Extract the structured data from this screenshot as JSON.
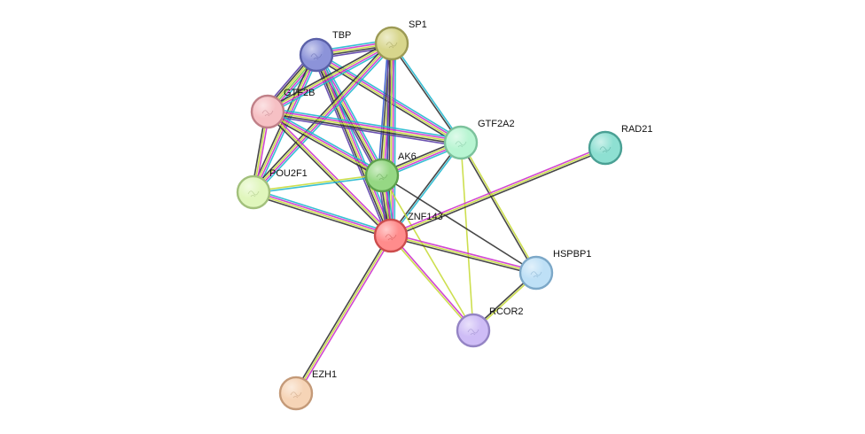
{
  "network": {
    "edge_colors": {
      "cyan": "#22b8cf",
      "magenta": "#cc33cc",
      "yellow": "#c8dc3c",
      "black": "#333333",
      "purple": "#5b3fa8",
      "green": "#77cc44",
      "blue": "#3355cc"
    },
    "nodes": [
      {
        "id": "TBP",
        "label": "TBP",
        "color": "#8c93d9",
        "border": "#5a60a8"
      },
      {
        "id": "SP1",
        "label": "SP1",
        "color": "#d8d68c",
        "border": "#9c9a55"
      },
      {
        "id": "GTF2B",
        "label": "GTF2B",
        "color": "#f6c0c4",
        "border": "#c08088"
      },
      {
        "id": "GTF2A2",
        "label": "GTF2A2",
        "color": "#b8f5d2",
        "border": "#7cc29c"
      },
      {
        "id": "RAD21",
        "label": "RAD21",
        "color": "#8ee0d2",
        "border": "#4aa094"
      },
      {
        "id": "AK6",
        "label": "AK6",
        "color": "#96d884",
        "border": "#5ca04c"
      },
      {
        "id": "POU2F1",
        "label": "POU2F1",
        "color": "#e0f6bc",
        "border": "#a2c07c"
      },
      {
        "id": "ZNF143",
        "label": "ZNF143",
        "color": "#ff8c8c",
        "border": "#cc4c4c"
      },
      {
        "id": "HSPBP1",
        "label": "HSPBP1",
        "color": "#bee0f6",
        "border": "#7ca8c8"
      },
      {
        "id": "RCOR2",
        "label": "RCOR2",
        "color": "#cebcf6",
        "border": "#9484c4"
      },
      {
        "id": "EZH1",
        "label": "EZH1",
        "color": "#f6d4b6",
        "border": "#c49a78"
      }
    ],
    "edges": [
      {
        "source": "TBP",
        "target": "SP1",
        "types": [
          "cyan",
          "magenta",
          "yellow",
          "black",
          "purple"
        ]
      },
      {
        "source": "TBP",
        "target": "GTF2B",
        "types": [
          "cyan",
          "magenta",
          "green",
          "yellow",
          "black",
          "purple"
        ]
      },
      {
        "source": "TBP",
        "target": "GTF2A2",
        "types": [
          "cyan",
          "magenta",
          "yellow",
          "black"
        ]
      },
      {
        "source": "TBP",
        "target": "AK6",
        "types": [
          "cyan",
          "magenta",
          "yellow",
          "black",
          "purple"
        ]
      },
      {
        "source": "TBP",
        "target": "POU2F1",
        "types": [
          "cyan",
          "magenta",
          "yellow",
          "black"
        ]
      },
      {
        "source": "TBP",
        "target": "ZNF143",
        "types": [
          "cyan",
          "magenta",
          "yellow",
          "black",
          "purple"
        ]
      },
      {
        "source": "SP1",
        "target": "GTF2B",
        "types": [
          "cyan",
          "magenta",
          "yellow",
          "black"
        ]
      },
      {
        "source": "SP1",
        "target": "GTF2A2",
        "types": [
          "cyan",
          "black"
        ]
      },
      {
        "source": "SP1",
        "target": "AK6",
        "types": [
          "cyan",
          "magenta",
          "yellow",
          "black",
          "blue"
        ]
      },
      {
        "source": "SP1",
        "target": "POU2F1",
        "types": [
          "cyan",
          "magenta",
          "yellow",
          "black"
        ]
      },
      {
        "source": "SP1",
        "target": "ZNF143",
        "types": [
          "cyan",
          "magenta",
          "yellow",
          "black",
          "purple"
        ]
      },
      {
        "source": "GTF2B",
        "target": "GTF2A2",
        "types": [
          "cyan",
          "magenta",
          "yellow",
          "black",
          "purple"
        ]
      },
      {
        "source": "GTF2B",
        "target": "AK6",
        "types": [
          "cyan",
          "magenta",
          "yellow",
          "black"
        ]
      },
      {
        "source": "GTF2B",
        "target": "POU2F1",
        "types": [
          "magenta",
          "yellow",
          "black"
        ]
      },
      {
        "source": "GTF2B",
        "target": "ZNF143",
        "types": [
          "magenta",
          "yellow",
          "black"
        ]
      },
      {
        "source": "GTF2A2",
        "target": "AK6",
        "types": [
          "cyan",
          "magenta",
          "yellow",
          "black"
        ]
      },
      {
        "source": "GTF2A2",
        "target": "ZNF143",
        "types": [
          "cyan",
          "black"
        ]
      },
      {
        "source": "GTF2A2",
        "target": "HSPBP1",
        "types": [
          "yellow",
          "black"
        ]
      },
      {
        "source": "GTF2A2",
        "target": "RCOR2",
        "types": [
          "yellow"
        ]
      },
      {
        "source": "AK6",
        "target": "POU2F1",
        "types": [
          "cyan",
          "yellow"
        ]
      },
      {
        "source": "AK6",
        "target": "ZNF143",
        "types": [
          "cyan",
          "magenta",
          "yellow",
          "black",
          "purple"
        ]
      },
      {
        "source": "AK6",
        "target": "HSPBP1",
        "types": [
          "black"
        ]
      },
      {
        "source": "AK6",
        "target": "RCOR2",
        "types": [
          "yellow"
        ]
      },
      {
        "source": "POU2F1",
        "target": "ZNF143",
        "types": [
          "cyan",
          "magenta",
          "yellow",
          "black"
        ]
      },
      {
        "source": "ZNF143",
        "target": "RAD21",
        "types": [
          "magenta",
          "yellow",
          "black"
        ]
      },
      {
        "source": "ZNF143",
        "target": "HSPBP1",
        "types": [
          "magenta",
          "yellow",
          "black"
        ]
      },
      {
        "source": "ZNF143",
        "target": "RCOR2",
        "types": [
          "magenta",
          "yellow"
        ]
      },
      {
        "source": "ZNF143",
        "target": "EZH1",
        "types": [
          "magenta",
          "yellow",
          "black"
        ]
      },
      {
        "source": "HSPBP1",
        "target": "RCOR2",
        "types": [
          "yellow",
          "black"
        ]
      }
    ]
  }
}
